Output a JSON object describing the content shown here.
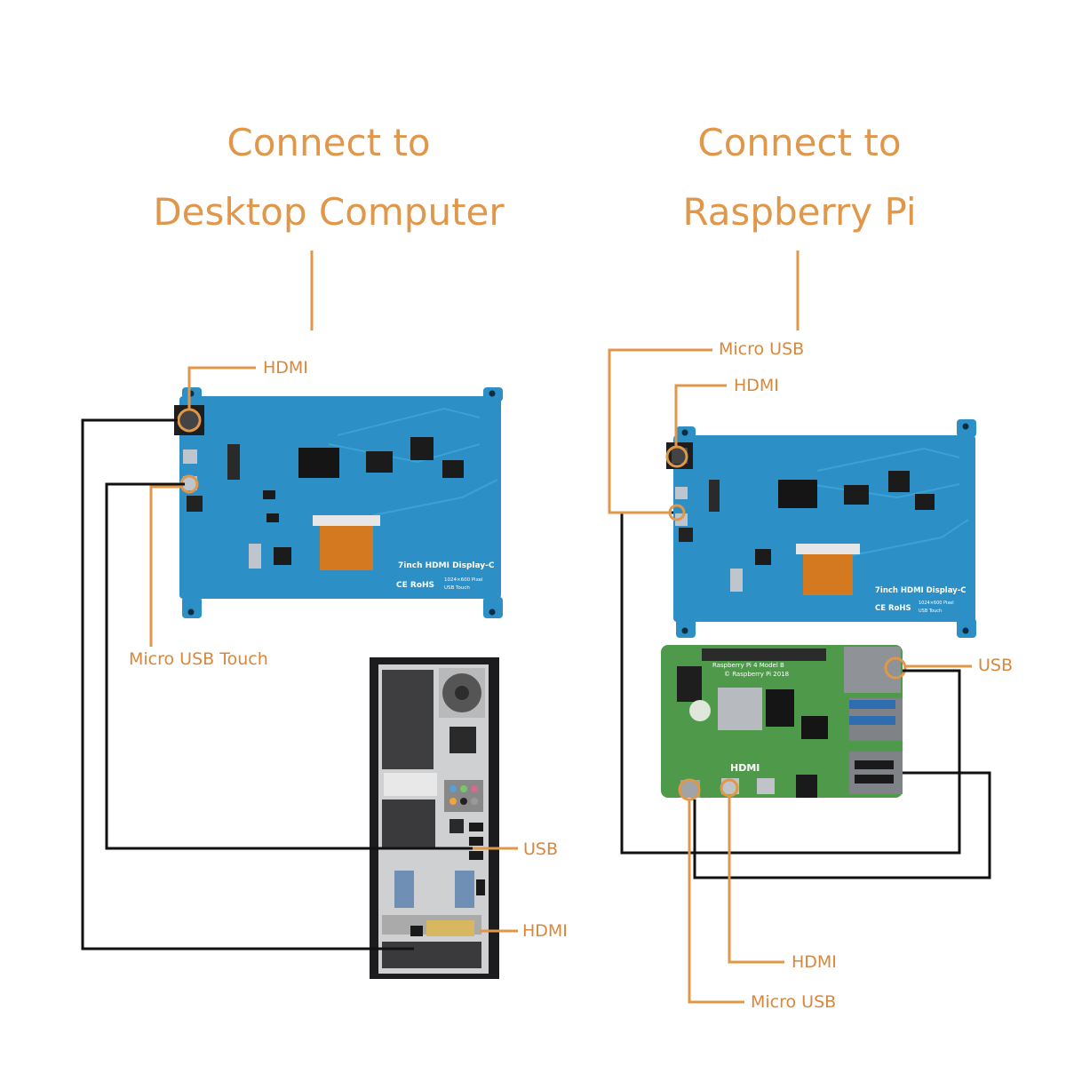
{
  "titles": {
    "left": [
      "Connect to",
      "Desktop  Computer"
    ],
    "right": [
      "Connect to",
      "Raspberry Pi"
    ]
  },
  "left_labels": {
    "hdmi_top": "HDMI",
    "micro_usb_touch": "Micro USB Touch",
    "usb": "USB",
    "hdmi_bottom": "HDMI"
  },
  "right_labels": {
    "micro_usb_top": "Micro USB",
    "hdmi_top": "HDMI",
    "usb": "USB",
    "hdmi_bottom": "HDMI",
    "micro_usb_bottom": "Micro USB"
  },
  "board": {
    "name": "7inch HDMI Display-C",
    "resolution": "1024×600 Pixel",
    "touch": "USB Touch",
    "certs": "CE RoHS"
  },
  "pi_board": {
    "model": "Raspberry Pi 4 Model B",
    "copyright": "© Raspberry Pi 2018",
    "hdmi_mark": "HDMI"
  },
  "colors": {
    "accent": "#e0974a",
    "board_blue": "#2c8fc6",
    "pi_green": "#4e9a4a",
    "wire": "#111111",
    "case": "#1c1c1e"
  }
}
